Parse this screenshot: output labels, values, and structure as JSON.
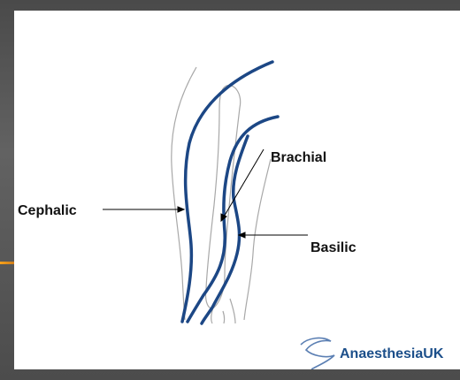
{
  "labels": {
    "cephalic": "Cephalic",
    "brachial": "Brachial",
    "basilic": "Basilic"
  },
  "logo": {
    "text": "AnaesthesiaUK"
  },
  "colors": {
    "vein": "#1c4785",
    "outline": "#a8a8a8",
    "pointer": "#000000",
    "background_frame": "#555555",
    "accent_orange": "#f7a21b",
    "logo_blue": "#1c4f8a"
  }
}
